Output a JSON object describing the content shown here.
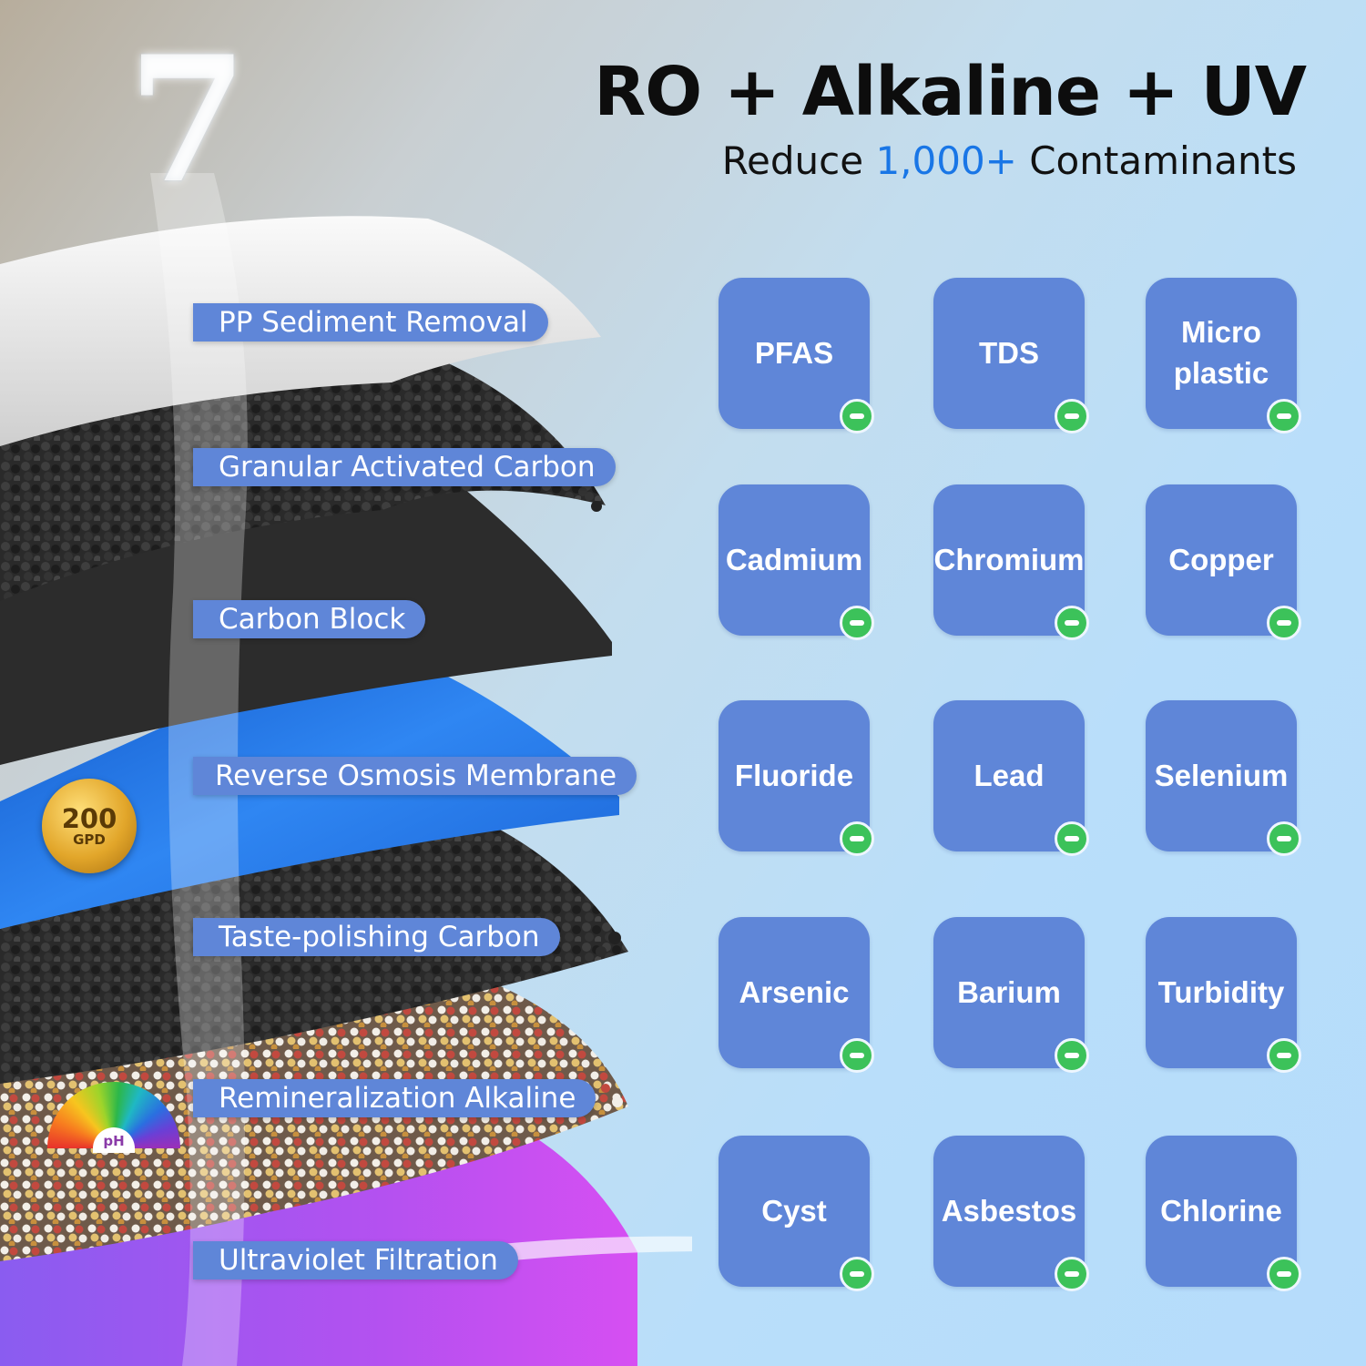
{
  "headline": {
    "title": "RO + Alkaline + UV",
    "sub_prefix": "Reduce",
    "sub_accent": "1,000+",
    "sub_suffix": "Contaminants"
  },
  "stage_number": "7",
  "stages": [
    "PP Sediment Removal",
    "Granular Activated Carbon",
    "Carbon Block",
    "Reverse Osmosis Membrane",
    "Taste-polishing Carbon",
    "Remineralization Alkaline",
    "Ultraviolet Filtration"
  ],
  "badge": {
    "value": "200",
    "unit": "GPD"
  },
  "ph_icon_label": "pH",
  "contaminants": [
    "PFAS",
    "TDS",
    "Micro\nplastic",
    "Cadmium",
    "Chromium",
    "Copper",
    "Fluoride",
    "Lead",
    "Selenium",
    "Arsenic",
    "Barium",
    "Turbidity",
    "Cyst",
    "Asbestos",
    "Chlorine"
  ],
  "colors": {
    "tile": "#5f86d8",
    "reduce_indicator": "#3cc25a",
    "accent": "#1976e6",
    "ro_membrane": "#1f6fe0",
    "uv_layer": "#b04fe8"
  }
}
